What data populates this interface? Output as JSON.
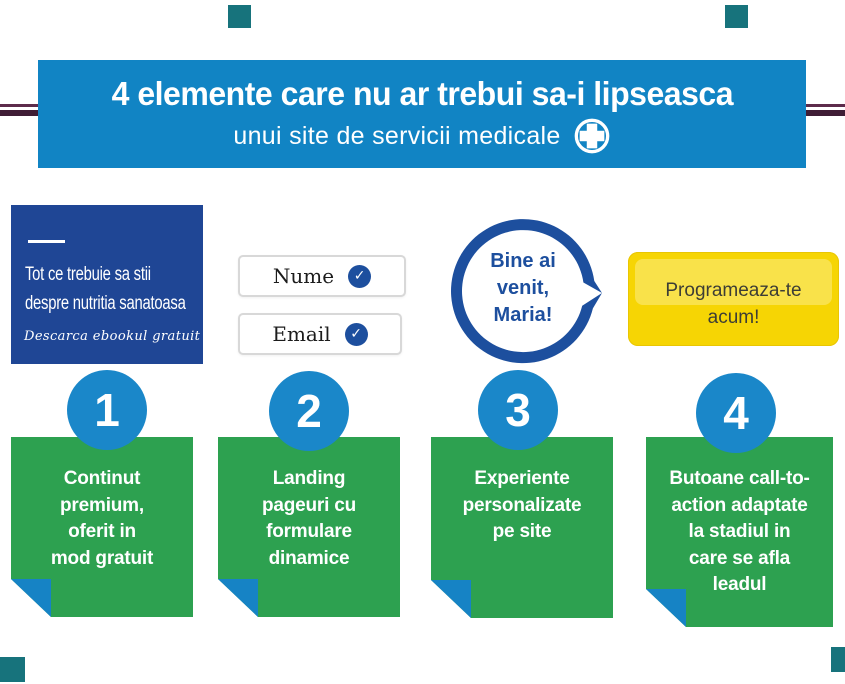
{
  "header": {
    "title": "4 elemente care nu ar trebui sa-i lipseasca",
    "subtitle": "unui site de servicii medicale"
  },
  "ebook": {
    "lines": [
      "Tot ce trebuie sa stii",
      "despre nutritia sanatoasa"
    ],
    "script": "Descarca ebookul gratuit"
  },
  "form": {
    "fields": [
      {
        "label": "Nume"
      },
      {
        "label": "Email"
      }
    ]
  },
  "icons": {
    "check": "✓",
    "cross": "medical-cross"
  },
  "bubble": {
    "lines": [
      "Bine ai",
      "venit,",
      "Maria!"
    ]
  },
  "cta": {
    "lines": [
      "Programeaza-te",
      "acum!"
    ]
  },
  "steps": [
    {
      "number": "1",
      "lines": [
        "Continut",
        "premium,",
        "oferit in",
        "mod gratuit"
      ]
    },
    {
      "number": "2",
      "lines": [
        "Landing",
        "pageuri cu",
        "formulare",
        "dinamice"
      ]
    },
    {
      "number": "3",
      "lines": [
        "Experiente",
        "personalizate",
        "pe site"
      ]
    },
    {
      "number": "4",
      "lines": [
        "Butoane call-to-",
        "action adaptate",
        "la stadiul in",
        "care se afla",
        "leadul"
      ]
    }
  ],
  "colors": {
    "banner_blue": "#1184c4",
    "circle_blue": "#1a87c9",
    "navy_card": "#1f4695",
    "accent_navy": "#1d4f9e",
    "green": "#2da150",
    "fold_blue": "#1683c5",
    "yellow": "#f6d504",
    "yellow_highlight": "#f9e24a",
    "maroon_thin": "#5d2b4b",
    "maroon_thick": "#3f1d35",
    "teal_square": "#17737c"
  }
}
